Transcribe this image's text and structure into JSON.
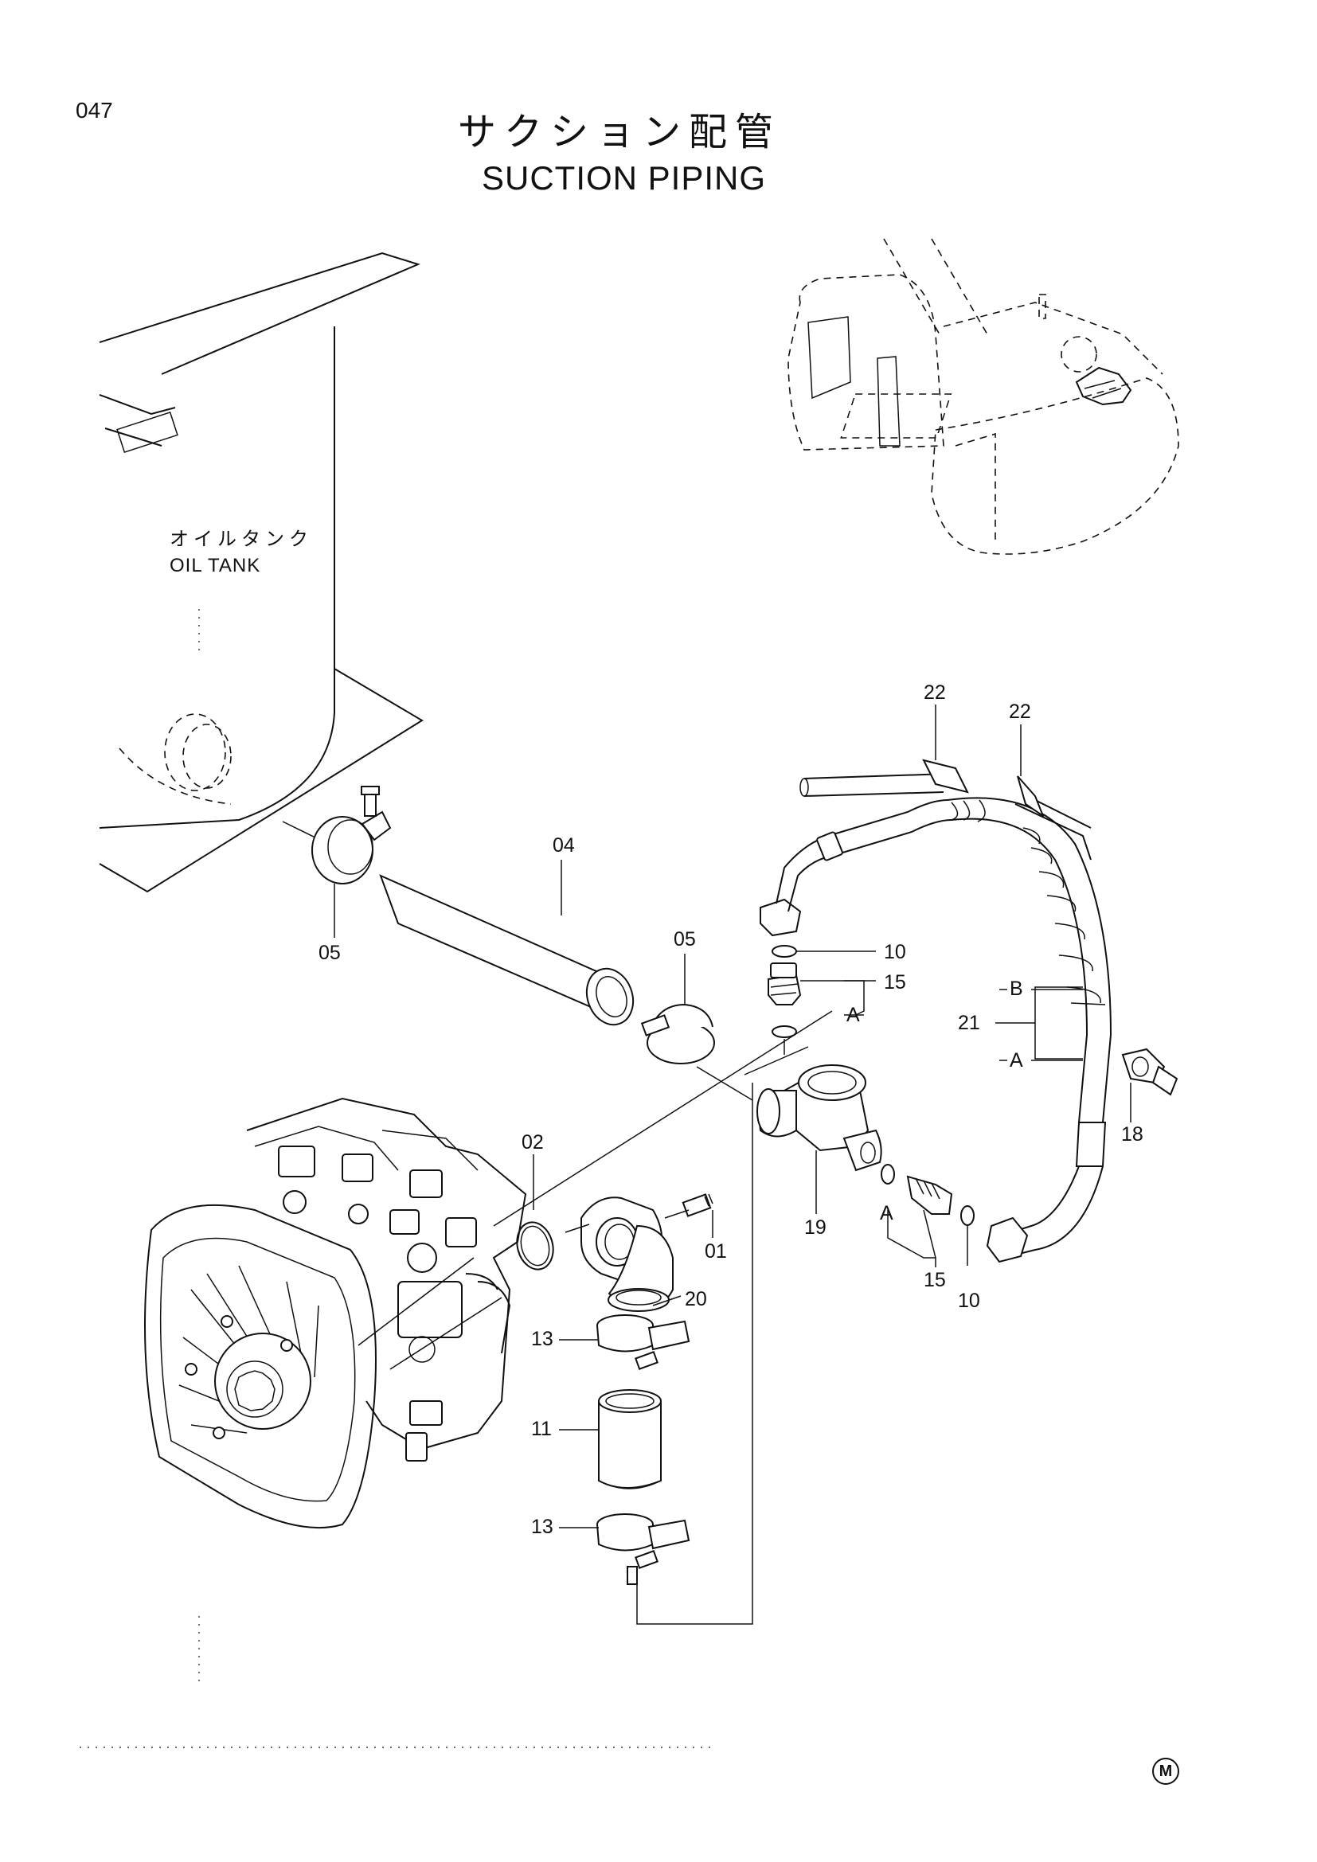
{
  "header": {
    "page_number": "047",
    "title_jp": "サクション配管",
    "title_en": "SUCTION PIPING"
  },
  "tank_label": {
    "jp": "オイルタンク",
    "en": "OIL TANK"
  },
  "callouts": {
    "p01": "01",
    "p02": "02",
    "p04": "04",
    "p05_left": "05",
    "p05_right": "05",
    "p10_top": "10",
    "p10_bottom": "10",
    "p11": "11",
    "p13_top": "13",
    "p13_bottom": "13",
    "p15_top": "15",
    "p15_bottom": "15",
    "p18": "18",
    "p19": "19",
    "p20": "20",
    "p21": "21",
    "p22_left": "22",
    "p22_right": "22",
    "mark_a_top": "A",
    "mark_a_mid": "A",
    "mark_a_hose": "A",
    "mark_b_hose": "B"
  },
  "footer": {
    "mark": "M"
  }
}
